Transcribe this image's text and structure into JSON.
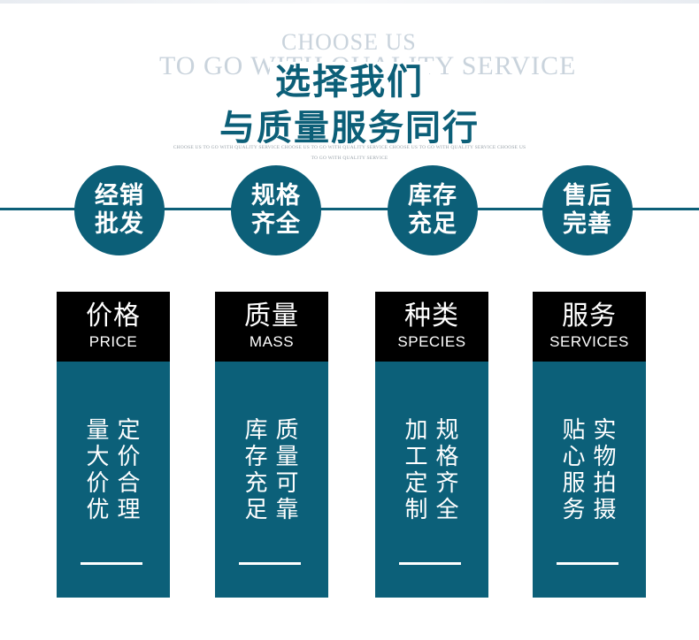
{
  "background": {
    "line1": "CHOOSE US",
    "line2": "TO GO WITH QUALITY SERVICE"
  },
  "heading": {
    "line1": "选择我们",
    "line2": "与质量服务同行"
  },
  "small_text": {
    "line1": "CHOOSE US TO GO WITH QUALITY SERVICE CHOOSE US TO GO WITH QUALITY SERVICE CHOOSE US TO GO WITH QUALITY SERVICE CHOOSE US",
    "line2": "TO GO WITH QUALITY SERVICE"
  },
  "circles": [
    {
      "line1": "经销",
      "line2": "批发"
    },
    {
      "line1": "规格",
      "line2": "齐全"
    },
    {
      "line1": "库存",
      "line2": "充足"
    },
    {
      "line1": "售后",
      "line2": "完善"
    }
  ],
  "cards": [
    {
      "title": "价格",
      "subtitle": "PRICE",
      "col1": "定价合理",
      "col2": "量大价优"
    },
    {
      "title": "质量",
      "subtitle": "MASS",
      "col1": "质量可靠",
      "col2": "库存充足"
    },
    {
      "title": "种类",
      "subtitle": "SPECIES",
      "col1": "规格齐全",
      "col2": "加工定制"
    },
    {
      "title": "服务",
      "subtitle": "SERVICES",
      "col1": "实物拍摄",
      "col2": "贴心服务"
    }
  ],
  "colors": {
    "primary": "#0c5f78",
    "card_body": "#0c6079",
    "card_head": "#000000"
  }
}
